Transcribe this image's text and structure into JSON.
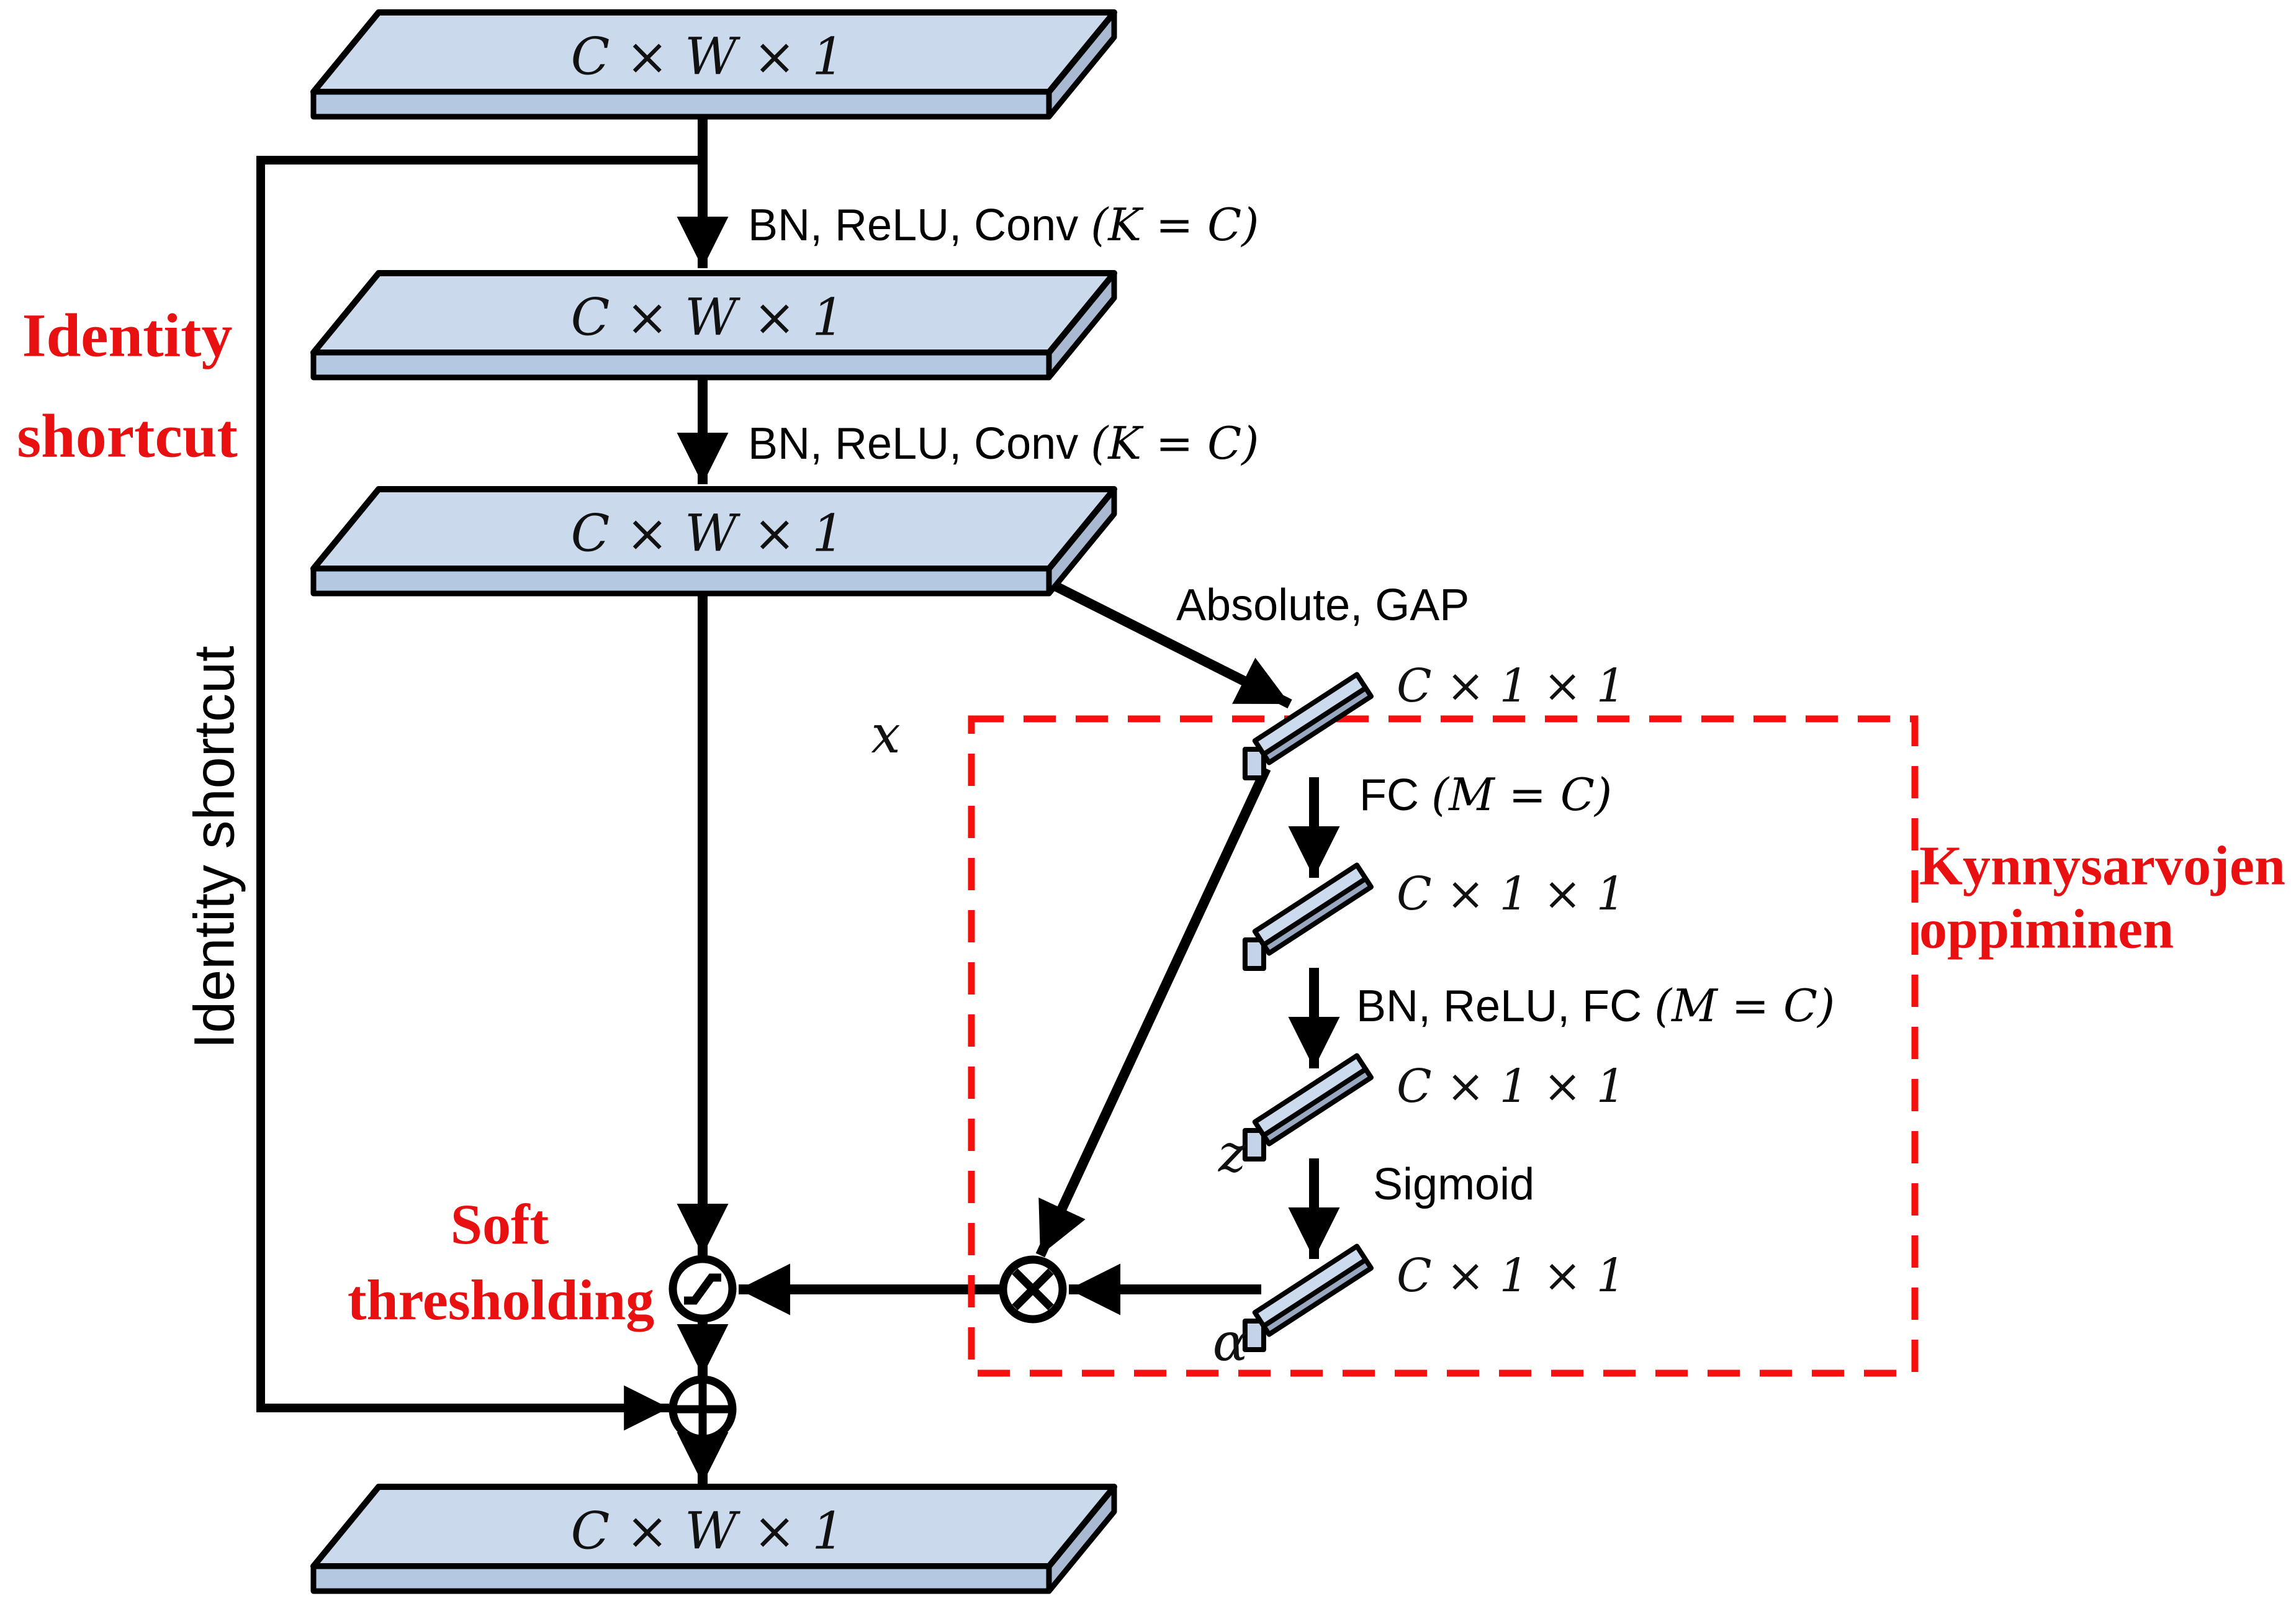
{
  "colors": {
    "slab_top": "#cbd9ec",
    "slab_front": "#b5c8e2",
    "slab_side": "#a9b9d2",
    "bar_front": "#98a8c0",
    "red_text": "#e81010",
    "red_box": "#f50f0f",
    "line": "#000000"
  },
  "slab_label": "C × W × 1",
  "vector_label": "C × 1 × 1",
  "labels": {
    "conv_text": "BN, ReLU, Conv ",
    "conv_math": "(K = C)",
    "absolute_gap": "Absolute, GAP",
    "fc_text": "FC ",
    "fc_math": "(M = C)",
    "bn_fc_text": "BN, ReLU, FC ",
    "bn_fc_math": "(M = C)",
    "sigmoid": "Sigmoid",
    "var_x": "x",
    "var_z": "z",
    "var_alpha": "α"
  },
  "annotations": {
    "identity_title_line1": "Identity",
    "identity_title_line2": "shortcut",
    "identity_rotated": "Identity shortcut",
    "soft_line1": "Soft",
    "soft_line2": "thresholding",
    "box_line1": "Kynnysarvojen",
    "box_line2": "oppiminen"
  },
  "operators": {
    "soft_threshold_node": "soft-threshold-curve",
    "multiply_node": "⊗",
    "add_node": "⊕"
  }
}
